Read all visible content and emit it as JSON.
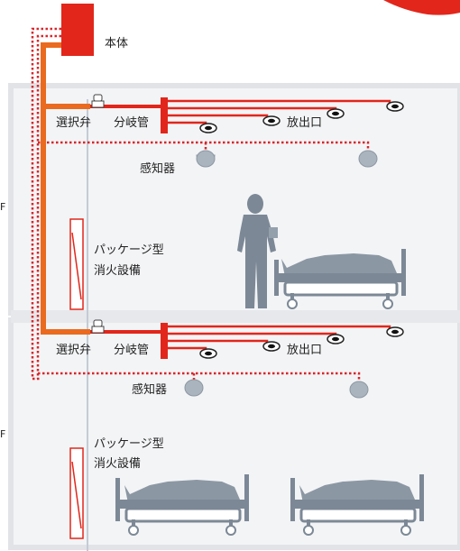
{
  "colors": {
    "pipe_main": "#ea6a1f",
    "pipe_red": "#e2261b",
    "detector_line": "#d8262a",
    "floor_bg": "#f3f4f6",
    "floor_border": "#e1e3e7",
    "silhouette": "#7c8896",
    "detector_fill": "#aab4be"
  },
  "labels": {
    "main_unit": "本体",
    "floor1": {
      "selector_valve": "選択弁",
      "manifold": "分岐管",
      "nozzle": "放出口",
      "detector": "感知器",
      "package_unit_line1": "パッケージ型",
      "package_unit_line2": "消火設備"
    },
    "floor2": {
      "selector_valve": "選択弁",
      "manifold": "分岐管",
      "nozzle": "放出口",
      "detector": "感知器",
      "package_unit_line1": "パッケージ型",
      "package_unit_line2": "消火設備"
    },
    "edge_mark_1": "F",
    "edge_mark_2": "F"
  },
  "icons": {
    "main_unit": "red-cabinet-icon",
    "nozzle": "nozzle-icon",
    "detector": "detector-icon",
    "selector_valve": "valve-icon",
    "package_unit": "package-extinguisher-icon",
    "person": "doctor-silhouette-icon",
    "bed": "hospital-bed-icon"
  }
}
